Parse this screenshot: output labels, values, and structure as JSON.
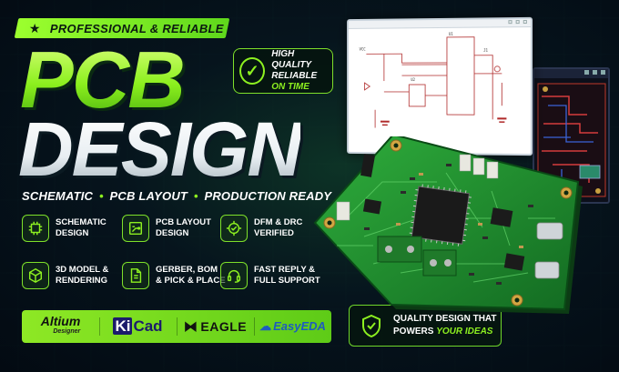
{
  "ribbon": {
    "label": "PROFESSIONAL & RELIABLE",
    "icon": "star-icon"
  },
  "headline": {
    "line1": "PCB",
    "line2": "DESIGN"
  },
  "subtitle": {
    "parts": [
      "SCHEMATIC",
      "PCB LAYOUT",
      "PRODUCTION READY"
    ],
    "separator": "•"
  },
  "quality_badge": {
    "line1": "HIGH QUALITY",
    "line2": "RELIABLE",
    "line3": "ON TIME"
  },
  "features": [
    {
      "label": "SCHEMATIC\nDESIGN",
      "icon": "chip-icon"
    },
    {
      "label": "PCB LAYOUT\nDESIGN",
      "icon": "pcb-layout-icon"
    },
    {
      "label": "DFM & DRC\nVERIFIED",
      "icon": "verified-gear-icon"
    },
    {
      "label": "3D MODEL &\nRENDERING",
      "icon": "cube-icon"
    },
    {
      "label": "GERBER, BOM\n& PICK & PLACE",
      "icon": "document-icon"
    },
    {
      "label": "FAST REPLY &\nFULL SUPPORT",
      "icon": "headset-icon"
    }
  ],
  "logos": {
    "altium": {
      "name": "Altium",
      "sub": "Designer"
    },
    "kicad": {
      "k": "Ki",
      "rest": "Cad"
    },
    "eagle": {
      "name": "EAGLE"
    },
    "easyeda": {
      "name": "EasyEDA"
    }
  },
  "promise_badge": {
    "line1": "QUALITY DESIGN THAT",
    "line2_a": "POWERS",
    "line2_b": "YOUR IDEAS",
    "icon": "shield-check-icon"
  },
  "colors": {
    "accent": "#8df020",
    "background": "#06141d",
    "board": "#1f8a2c"
  }
}
